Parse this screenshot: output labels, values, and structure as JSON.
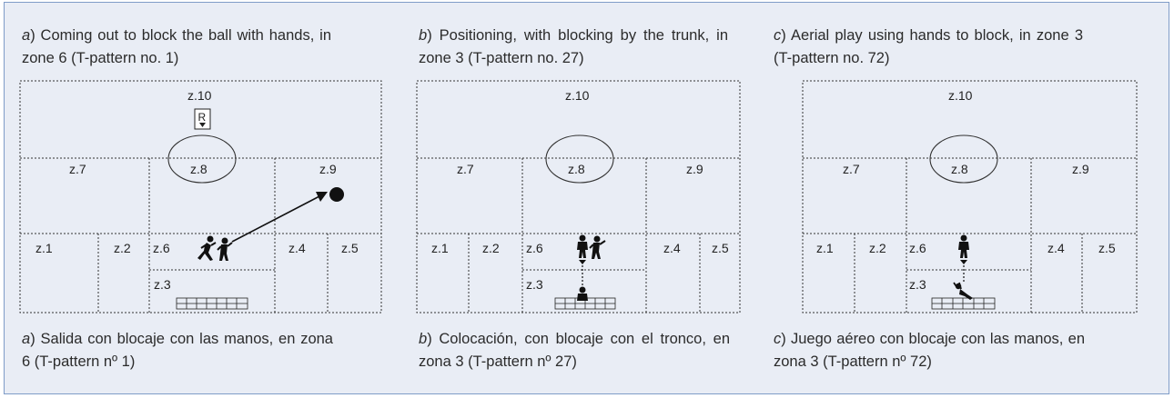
{
  "zones": {
    "z10": "z.10",
    "z7": "z.7",
    "z8": "z.8",
    "z9": "z.9",
    "z1": "z.1",
    "z2": "z.2",
    "z6": "z.6",
    "z4": "z.4",
    "z5": "z.5",
    "z3": "z.3",
    "r": "R"
  },
  "panels": [
    {
      "top_label": "a",
      "top_text": ") Coming out to block the ball with hands, in zone 6 (T-pattern no. 1)",
      "bottom_label": "a",
      "bottom_text": ") Salida con blocaje con las manos, en zona 6 (T-pattern nº 1)"
    },
    {
      "top_label": "b",
      "top_text": ") Positioning, with blocking by the trunk, in zone 3 (T-pattern no. 27)",
      "bottom_label": "b",
      "bottom_text": ") Colocación, con blocaje con el tronco, en zona 3 (T-pattern nº 27)"
    },
    {
      "top_label": "c",
      "top_text": ") Aerial play using hands to block, in zone 3 (T-pattern no. 72)",
      "bottom_label": "c",
      "bottom_text": ") Juego aéreo con blocaje con las manos, en zona 3 (T-pattern nº 72)"
    }
  ]
}
